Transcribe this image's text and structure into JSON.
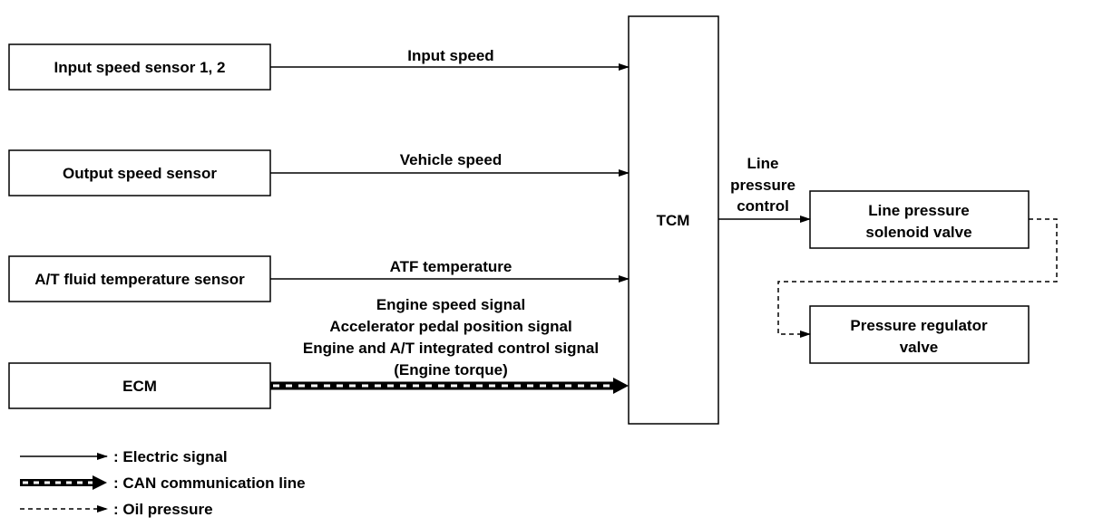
{
  "blocks": {
    "input_speed_sensor": "Input speed sensor 1, 2",
    "output_speed_sensor": "Output speed sensor",
    "atf_temp_sensor": "A/T fluid temperature sensor",
    "ecm": "ECM",
    "tcm": "TCM",
    "line_pressure_solenoid": [
      "Line pressure",
      "solenoid valve"
    ],
    "pressure_regulator": [
      "Pressure regulator",
      "valve"
    ]
  },
  "signals": {
    "input_speed": "Input speed",
    "vehicle_speed": "Vehicle speed",
    "atf_temperature": "ATF temperature",
    "ecm_lines": [
      "Engine speed signal",
      "Accelerator pedal position signal",
      "Engine and A/T integrated control signal",
      "(Engine torque)"
    ],
    "line_pressure_control": [
      "Line",
      "pressure",
      "control"
    ]
  },
  "legend": {
    "electric": ": Electric signal",
    "can": ": CAN communication line",
    "oil": ": Oil pressure"
  },
  "colors": {
    "line": "#000000",
    "background": "#ffffff"
  }
}
